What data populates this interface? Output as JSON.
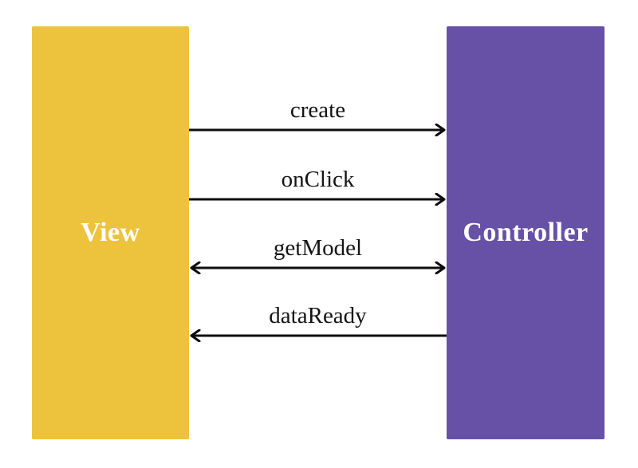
{
  "diagram": {
    "type": "sequence-communication-diagram",
    "background_color": "#ffffff",
    "arrow_color": "#0d0d0d",
    "label_color": "#141414",
    "participants": [
      {
        "id": "view",
        "label": "View",
        "fill": "#edc33d",
        "text_color": "#ffffff"
      },
      {
        "id": "controller",
        "label": "Controller",
        "fill": "#6751a6",
        "text_color": "#ffffff"
      }
    ],
    "messages": [
      {
        "label": "create",
        "from": "view",
        "to": "controller",
        "direction": "right"
      },
      {
        "label": "onClick",
        "from": "view",
        "to": "controller",
        "direction": "right"
      },
      {
        "label": "getModel",
        "from": "view",
        "to": "controller",
        "direction": "both"
      },
      {
        "label": "dataReady",
        "from": "controller",
        "to": "view",
        "direction": "left"
      }
    ]
  }
}
